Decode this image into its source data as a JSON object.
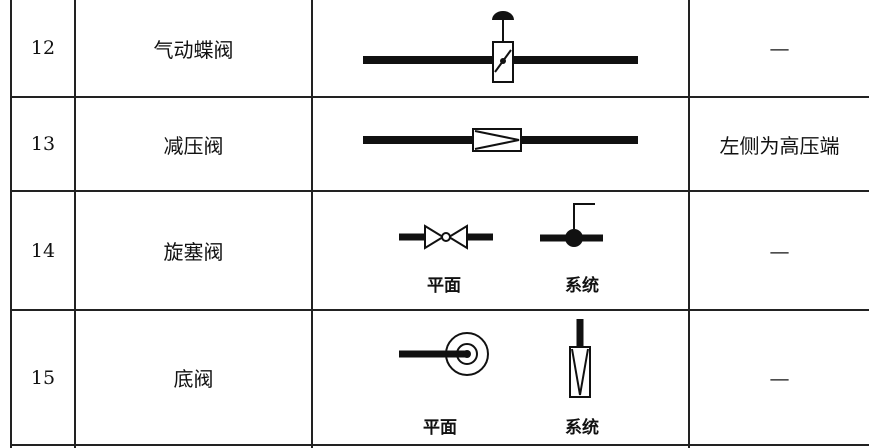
{
  "rows": [
    {
      "num": "12",
      "name": "气动蝶阀",
      "note": "—"
    },
    {
      "num": "13",
      "name": "减压阀",
      "note": "左侧为高压端"
    },
    {
      "num": "14",
      "name": "旋塞阀",
      "note": "—",
      "plan_label": "平面",
      "system_label": "系统"
    },
    {
      "num": "15",
      "name": "底阀",
      "note": "—",
      "plan_label": "平面",
      "system_label": "系统"
    }
  ]
}
